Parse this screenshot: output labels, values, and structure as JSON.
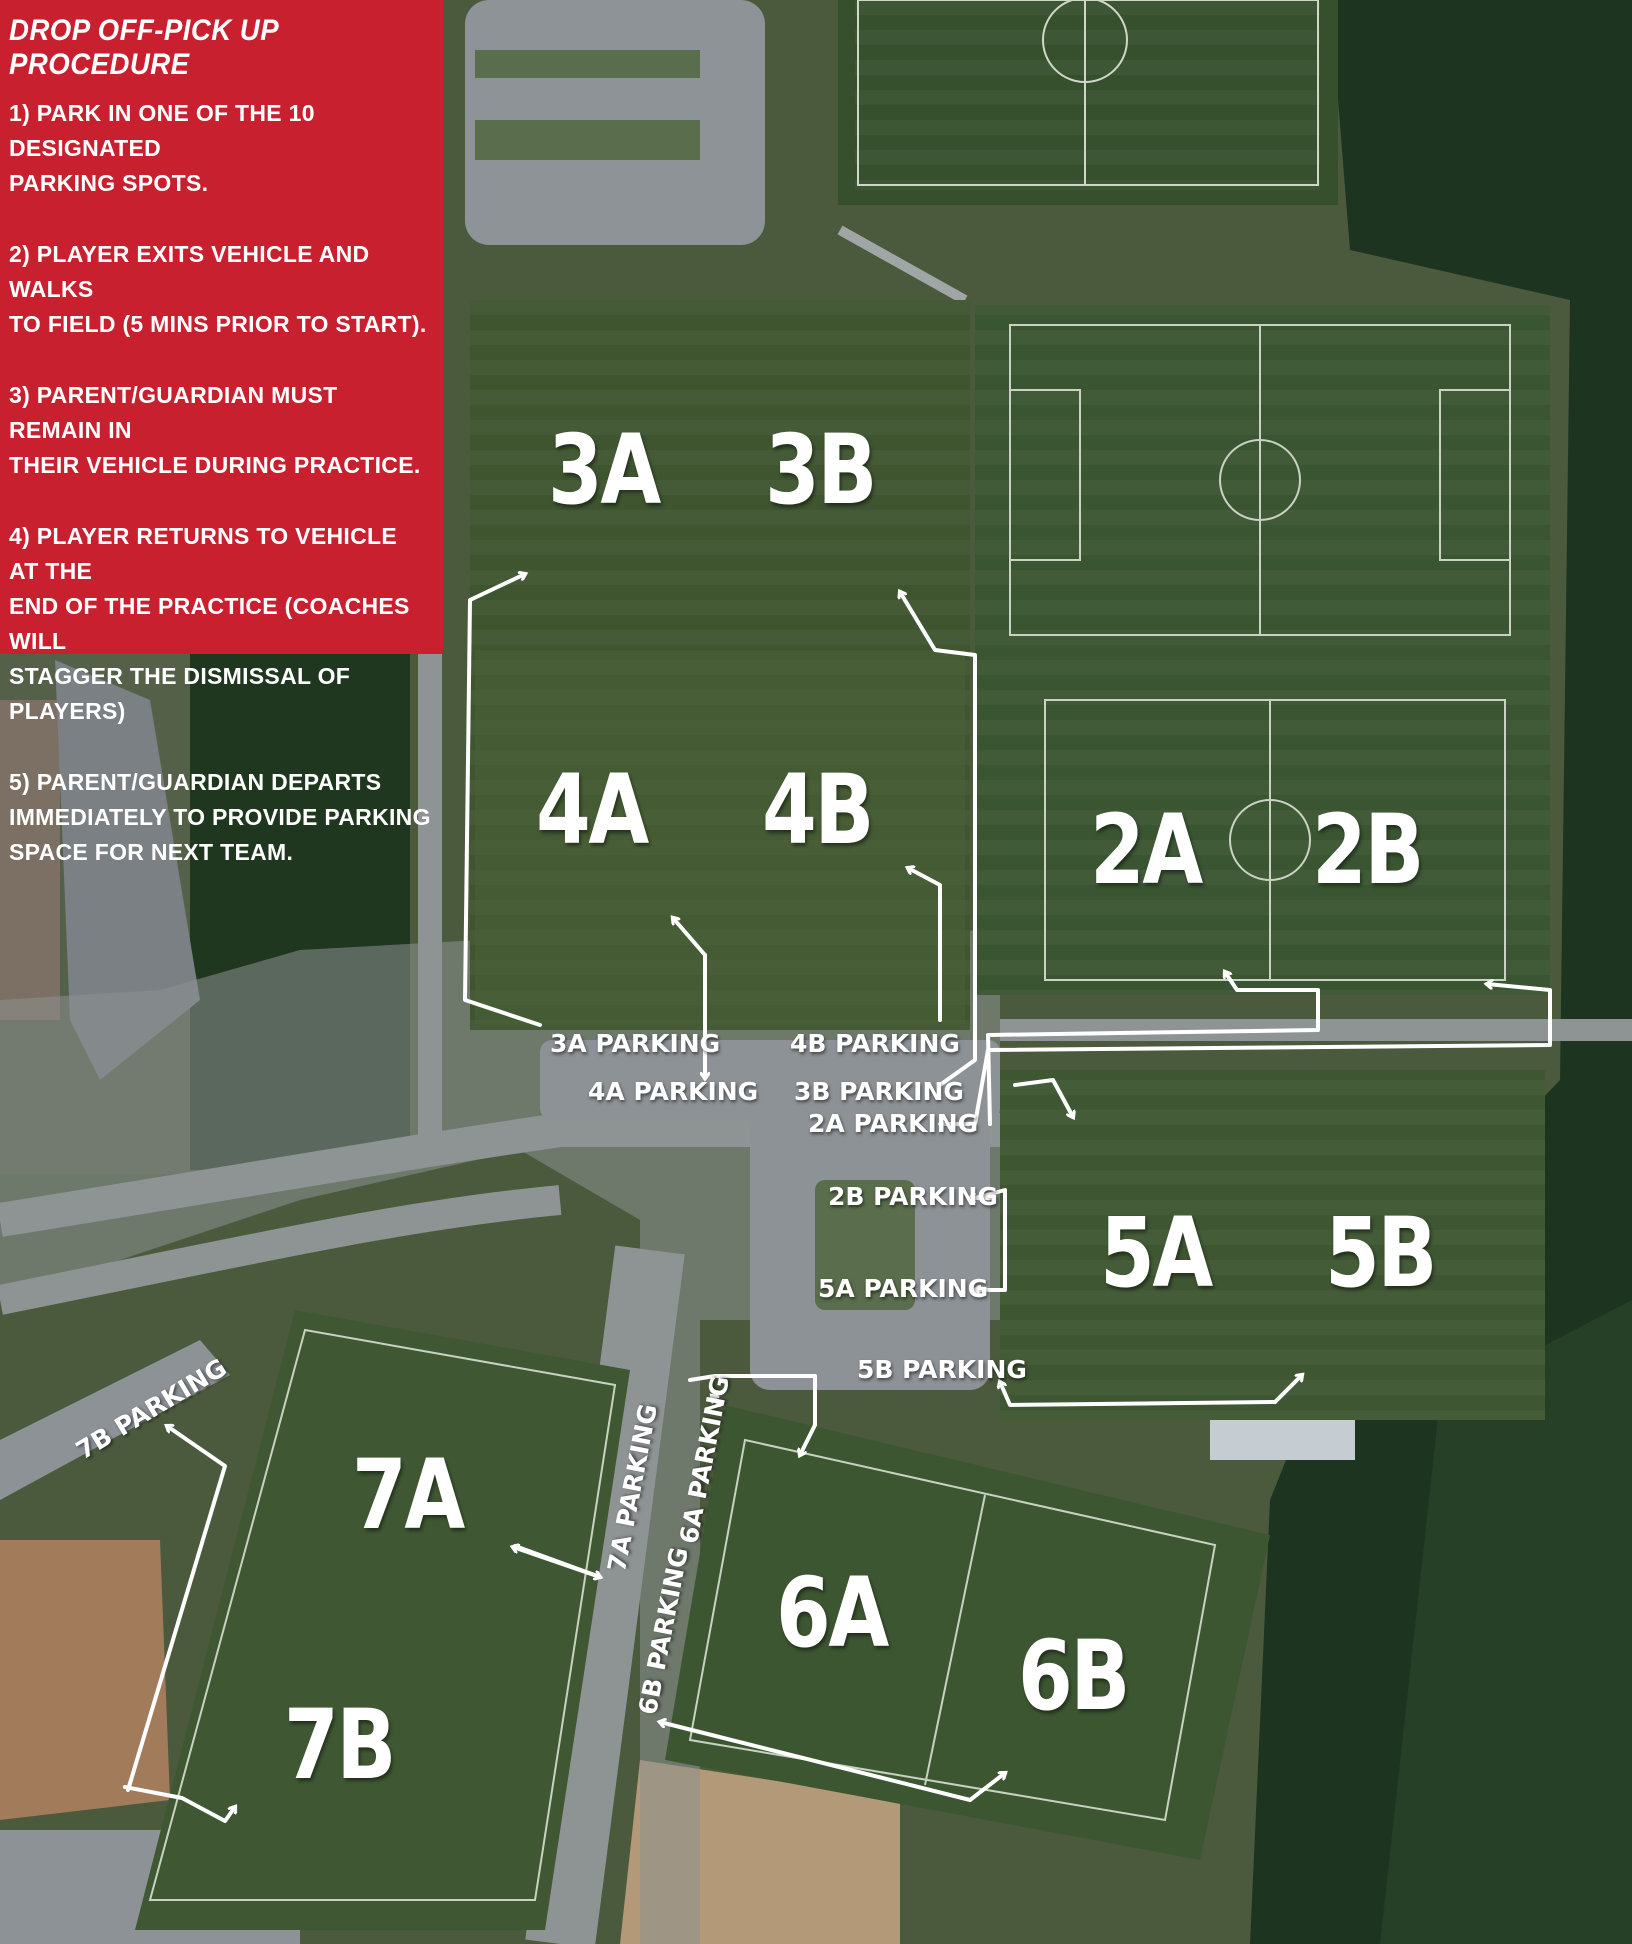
{
  "procedure": {
    "title": "DROP OFF-PICK UP PROCEDURE",
    "steps": [
      "1) PARK IN ONE OF THE 10 DESIGNATED\nPARKING SPOTS.",
      "2) PLAYER EXITS VEHICLE AND WALKS\nTO FIELD (5 MINS PRIOR TO START).",
      "3) PARENT/GUARDIAN MUST REMAIN IN\nTHEIR VEHICLE DURING PRACTICE.",
      "4) PLAYER RETURNS TO VEHICLE AT THE\nEND OF THE PRACTICE (COACHES WILL\nSTAGGER THE DISMISSAL OF PLAYERS)",
      "5) PARENT/GUARDIAN DEPARTS\nIMMEDIATELY TO PROVIDE PARKING\nSPACE FOR NEXT TEAM."
    ]
  },
  "fields": {
    "f3a": "3A",
    "f3b": "3B",
    "f4a": "4A",
    "f4b": "4B",
    "f2a": "2A",
    "f2b": "2B",
    "f5a": "5A",
    "f5b": "5B",
    "f6a": "6A",
    "f6b": "6B",
    "f7a": "7A",
    "f7b": "7B"
  },
  "parking": {
    "p3a": "3A PARKING",
    "p4b": "4B PARKING",
    "p4a": "4A PARKING",
    "p3b": "3B PARKING",
    "p2a": "2A PARKING",
    "p2b": "2B PARKING",
    "p5a": "5A PARKING",
    "p5b": "5B PARKING",
    "p7b": "7B PARKING",
    "p7a": "7A PARKING",
    "p6a": "6A PARKING",
    "p6b": "6B PARKING"
  },
  "colors": {
    "panel": "#c8202f",
    "turf": "#3f5a33",
    "pavement": "#8f9493",
    "trees": "#1f3a22",
    "arrow": "#ffffff"
  }
}
